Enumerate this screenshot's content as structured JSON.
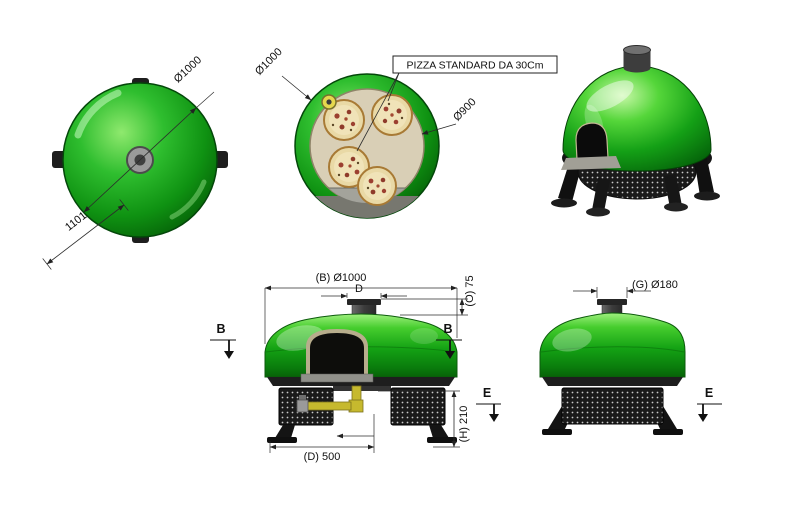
{
  "views": {
    "top_plain": {
      "dim_diameter": "Ø1000",
      "dim_overall": "1101"
    },
    "top_interior": {
      "callout": "PIZZA STANDARD DA 30Cm",
      "dim_outer_diameter": "Ø1000",
      "dim_inner_diameter": "Ø900"
    },
    "front": {
      "dim_width": "(B) Ø1000",
      "dim_chimney": "D",
      "dim_chimney_height": "(O) 75",
      "section_label_left": "B",
      "section_label_right": "B",
      "dim_base_width": "(D) 500",
      "dim_stand_height": "(H) 210"
    },
    "side": {
      "dim_chimney_diameter": "(G) Ø180",
      "section_label_left": "E",
      "section_label_right": "E"
    }
  },
  "colors": {
    "oven_green": "#18a318",
    "oven_green_light": "#9ff07e",
    "oven_green_dark": "#065406",
    "base_black": "#181818",
    "floor_tan": "#d9cfb6",
    "pizza_crust": "#e9d9a6",
    "topping_red": "#9c4030",
    "pipe_yellow": "#c6b92e",
    "metal_gray": "#9a9a9a",
    "background": "#ffffff"
  }
}
